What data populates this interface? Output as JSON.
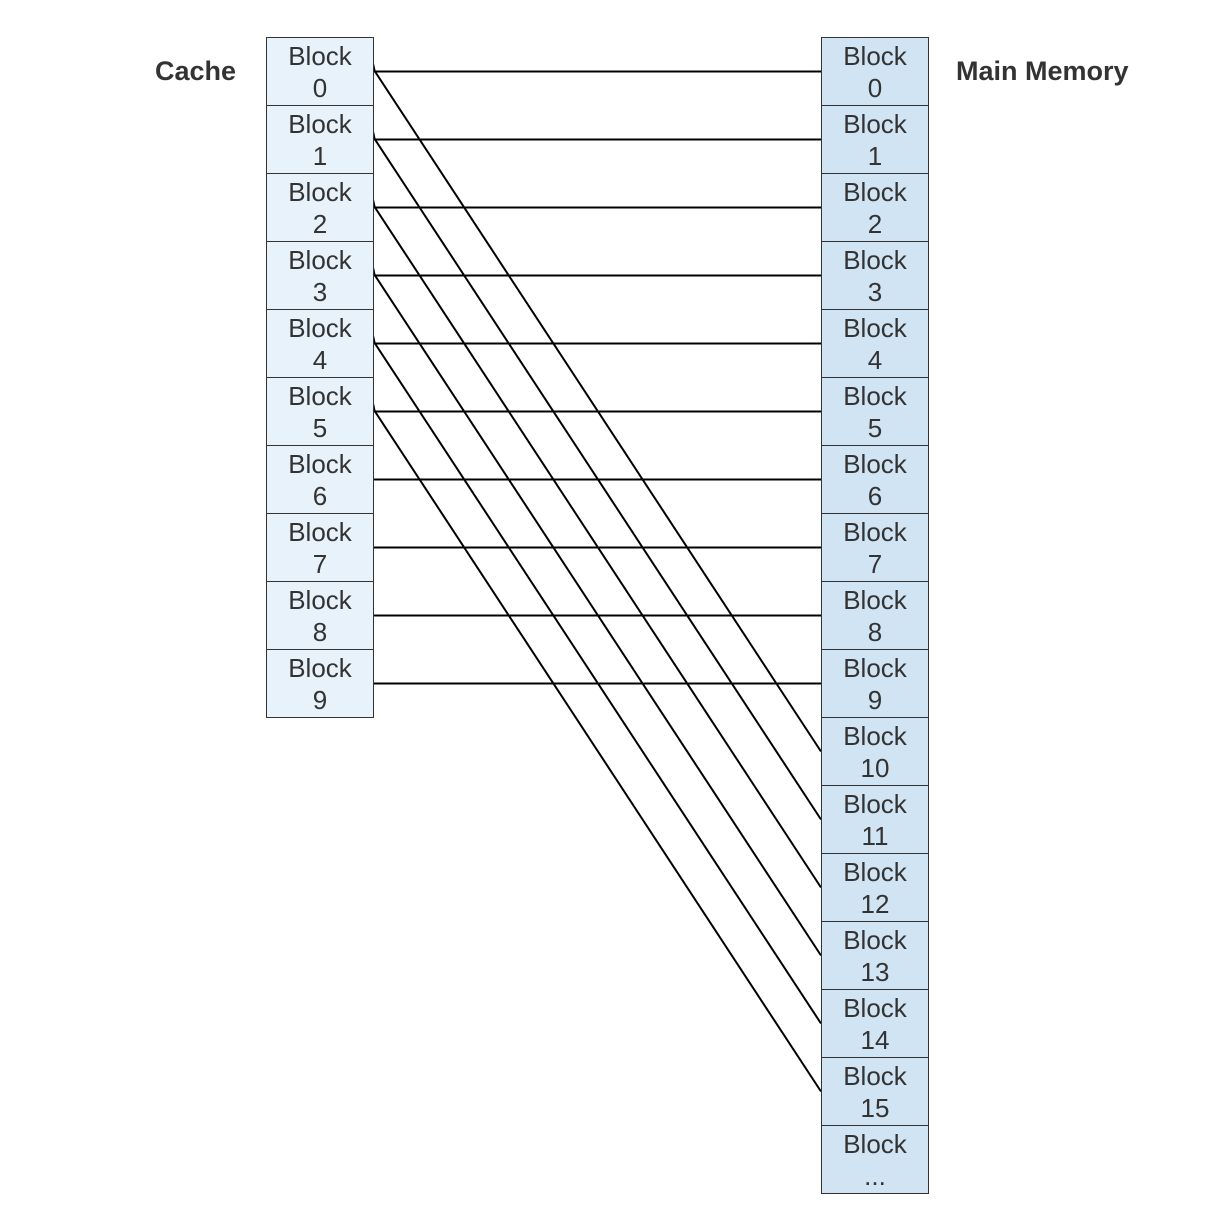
{
  "cache": {
    "label": "Cache",
    "fill": "#e8f2fb",
    "blocks": [
      {
        "line1": "Block",
        "line2": "0"
      },
      {
        "line1": "Block",
        "line2": "1"
      },
      {
        "line1": "Block",
        "line2": "2"
      },
      {
        "line1": "Block",
        "line2": "3"
      },
      {
        "line1": "Block",
        "line2": "4"
      },
      {
        "line1": "Block",
        "line2": "5"
      },
      {
        "line1": "Block",
        "line2": "6"
      },
      {
        "line1": "Block",
        "line2": "7"
      },
      {
        "line1": "Block",
        "line2": "8"
      },
      {
        "line1": "Block",
        "line2": "9"
      }
    ]
  },
  "memory": {
    "label": "Main Memory",
    "fill": "#d0e4f4",
    "blocks": [
      {
        "line1": "Block",
        "line2": "0"
      },
      {
        "line1": "Block",
        "line2": "1"
      },
      {
        "line1": "Block",
        "line2": "2"
      },
      {
        "line1": "Block",
        "line2": "3"
      },
      {
        "line1": "Block",
        "line2": "4"
      },
      {
        "line1": "Block",
        "line2": "5"
      },
      {
        "line1": "Block",
        "line2": "6"
      },
      {
        "line1": "Block",
        "line2": "7"
      },
      {
        "line1": "Block",
        "line2": "8"
      },
      {
        "line1": "Block",
        "line2": "9"
      },
      {
        "line1": "Block",
        "line2": "10"
      },
      {
        "line1": "Block",
        "line2": "11"
      },
      {
        "line1": "Block",
        "line2": "12"
      },
      {
        "line1": "Block",
        "line2": "13"
      },
      {
        "line1": "Block",
        "line2": "14"
      },
      {
        "line1": "Block",
        "line2": "15"
      },
      {
        "line1": "Block",
        "line2": "..."
      }
    ]
  },
  "mappings": [
    {
      "from": 0,
      "to": 0
    },
    {
      "from": 1,
      "to": 1
    },
    {
      "from": 2,
      "to": 2
    },
    {
      "from": 3,
      "to": 3
    },
    {
      "from": 4,
      "to": 4
    },
    {
      "from": 5,
      "to": 5
    },
    {
      "from": 6,
      "to": 6
    },
    {
      "from": 7,
      "to": 7
    },
    {
      "from": 8,
      "to": 8
    },
    {
      "from": 9,
      "to": 9
    },
    {
      "from": 10,
      "to": 0
    },
    {
      "from": 11,
      "to": 1
    },
    {
      "from": 12,
      "to": 2
    },
    {
      "from": 13,
      "to": 3
    },
    {
      "from": 14,
      "to": 4
    },
    {
      "from": 15,
      "to": 5
    }
  ],
  "colors": {
    "border": "#333333",
    "text": "#333333",
    "arrow": "#000000"
  }
}
